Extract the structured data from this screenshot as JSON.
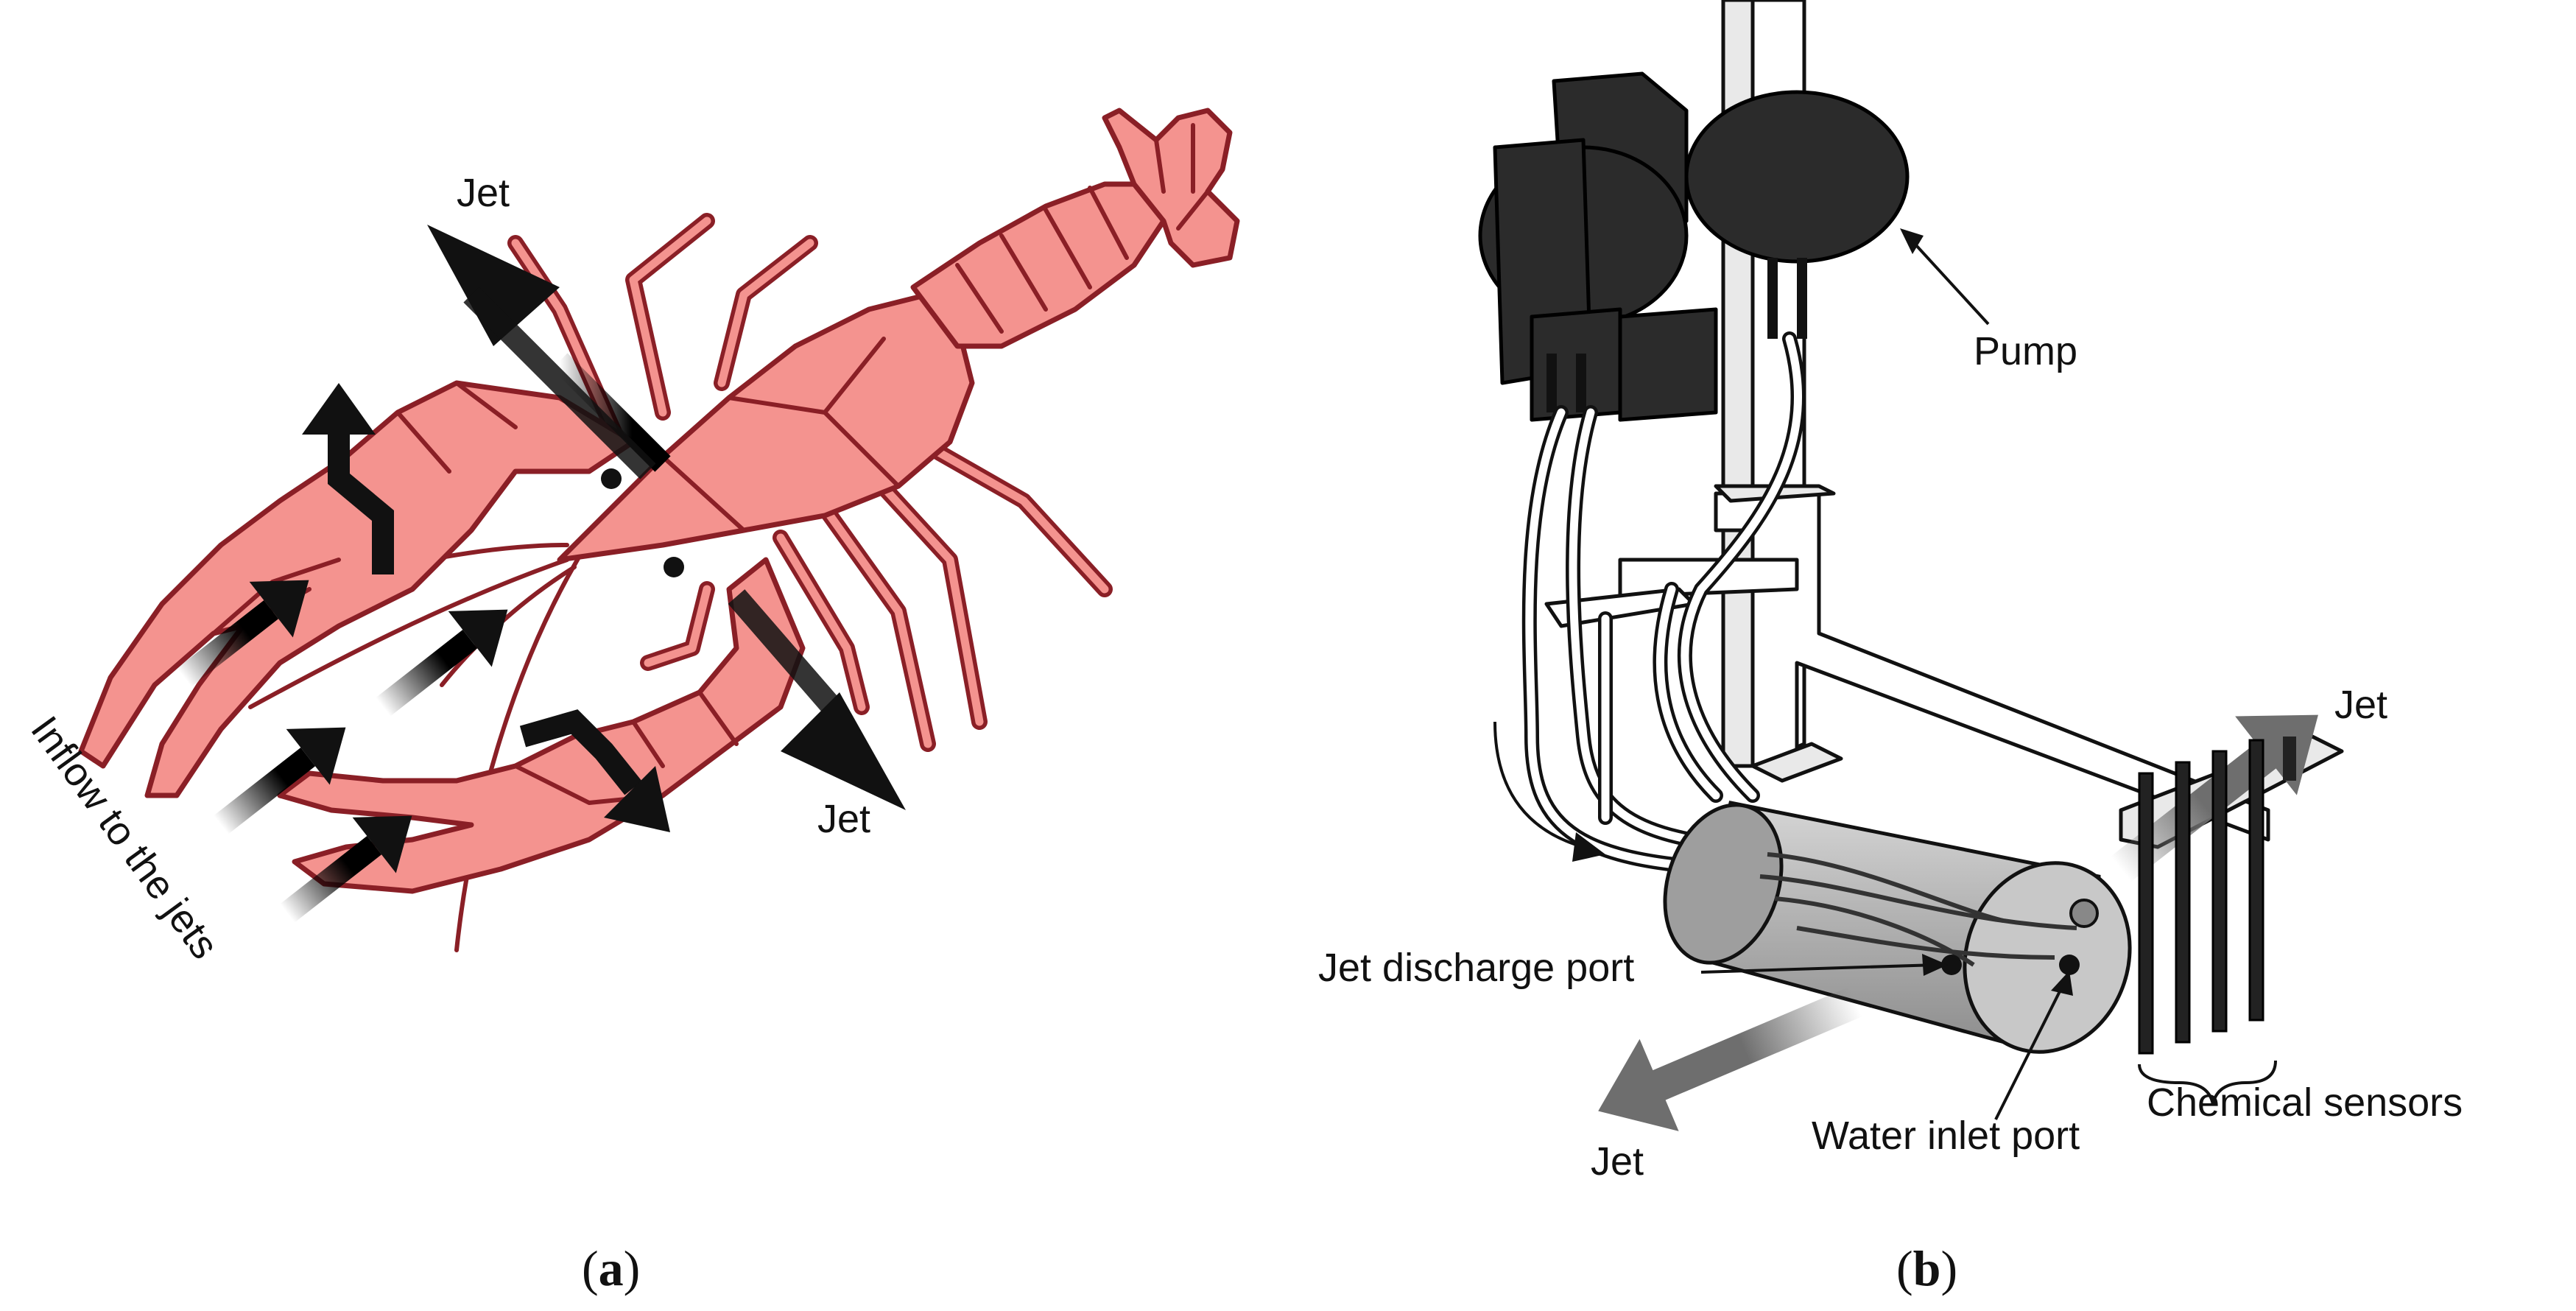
{
  "panel_a": {
    "caption_open": "(",
    "caption_letter": "a",
    "caption_close": ")",
    "labels": {
      "jet_top": "Jet",
      "jet_right": "Jet",
      "inflow": "Inflow to the jets"
    },
    "colors": {
      "body_fill": "#f4938f",
      "body_outline": "#8a1f26",
      "arrow": "#111111"
    }
  },
  "panel_b": {
    "caption_open": "(",
    "caption_letter": "b",
    "caption_close": ")",
    "labels": {
      "pump": "Pump",
      "jet_right": "Jet",
      "jet_discharge_port": "Jet discharge port",
      "water_inlet_port": "Water inlet port",
      "jet_bottom": "Jet",
      "chemical_sensors": "Chemical sensors"
    },
    "colors": {
      "pump": "#2b2b2b",
      "cylinder": "#b8b8b8",
      "jet_arrow": "#777777"
    }
  }
}
